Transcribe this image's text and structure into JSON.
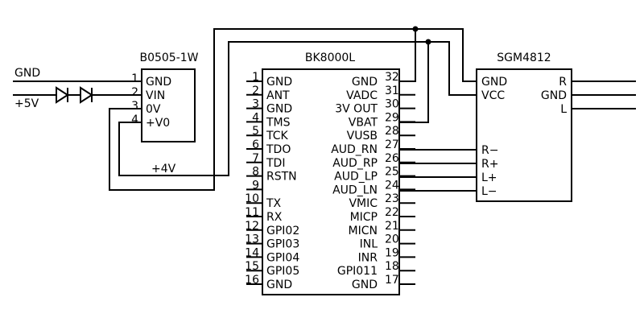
{
  "diagram": {
    "components": {
      "b0505": {
        "name": "B0505-1W",
        "pins": [
          {
            "num": "1",
            "label": "GND"
          },
          {
            "num": "2",
            "label": "VIN"
          },
          {
            "num": "3",
            "label": "0V"
          },
          {
            "num": "4",
            "label": "+V0"
          }
        ]
      },
      "bk8000l": {
        "name": "BK8000L",
        "left_pins": [
          {
            "num": "1",
            "label": "GND"
          },
          {
            "num": "2",
            "label": "ANT"
          },
          {
            "num": "3",
            "label": "GND"
          },
          {
            "num": "4",
            "label": "TMS"
          },
          {
            "num": "5",
            "label": "TCK"
          },
          {
            "num": "6",
            "label": "TDO"
          },
          {
            "num": "7",
            "label": "TDI"
          },
          {
            "num": "8",
            "label": "RSTN"
          },
          {
            "num": "9",
            "label": ""
          },
          {
            "num": "10",
            "label": "TX"
          },
          {
            "num": "11",
            "label": "RX"
          },
          {
            "num": "12",
            "label": "GPI02"
          },
          {
            "num": "13",
            "label": "GPI03"
          },
          {
            "num": "14",
            "label": "GPI04"
          },
          {
            "num": "15",
            "label": "GPI05"
          },
          {
            "num": "16",
            "label": "GND"
          }
        ],
        "right_pins": [
          {
            "num": "32",
            "label": "GND"
          },
          {
            "num": "31",
            "label": "VADC"
          },
          {
            "num": "30",
            "label": "3V OUT"
          },
          {
            "num": "29",
            "label": "VBAT"
          },
          {
            "num": "28",
            "label": "VUSB"
          },
          {
            "num": "27",
            "label": "AUD_RN"
          },
          {
            "num": "26",
            "label": "AUD_RP"
          },
          {
            "num": "25",
            "label": "AUD_LP"
          },
          {
            "num": "24",
            "label": "AUD_LN"
          },
          {
            "num": "23",
            "label": "VMIC"
          },
          {
            "num": "22",
            "label": "MICP"
          },
          {
            "num": "21",
            "label": "MICN"
          },
          {
            "num": "20",
            "label": "INL"
          },
          {
            "num": "19",
            "label": "INR"
          },
          {
            "num": "18",
            "label": "GPI011"
          },
          {
            "num": "17",
            "label": "GND"
          }
        ]
      },
      "sgm4812": {
        "name": "SGM4812",
        "left_pins": [
          "GND",
          "VCC"
        ],
        "right_pins": [
          "R",
          "GND",
          "L"
        ],
        "input_pins": [
          "R−",
          "R+",
          "L+",
          "L−"
        ]
      }
    },
    "nets": {
      "gnd": "GND",
      "plus5v": "+5V",
      "plus4v": "+4V"
    }
  }
}
